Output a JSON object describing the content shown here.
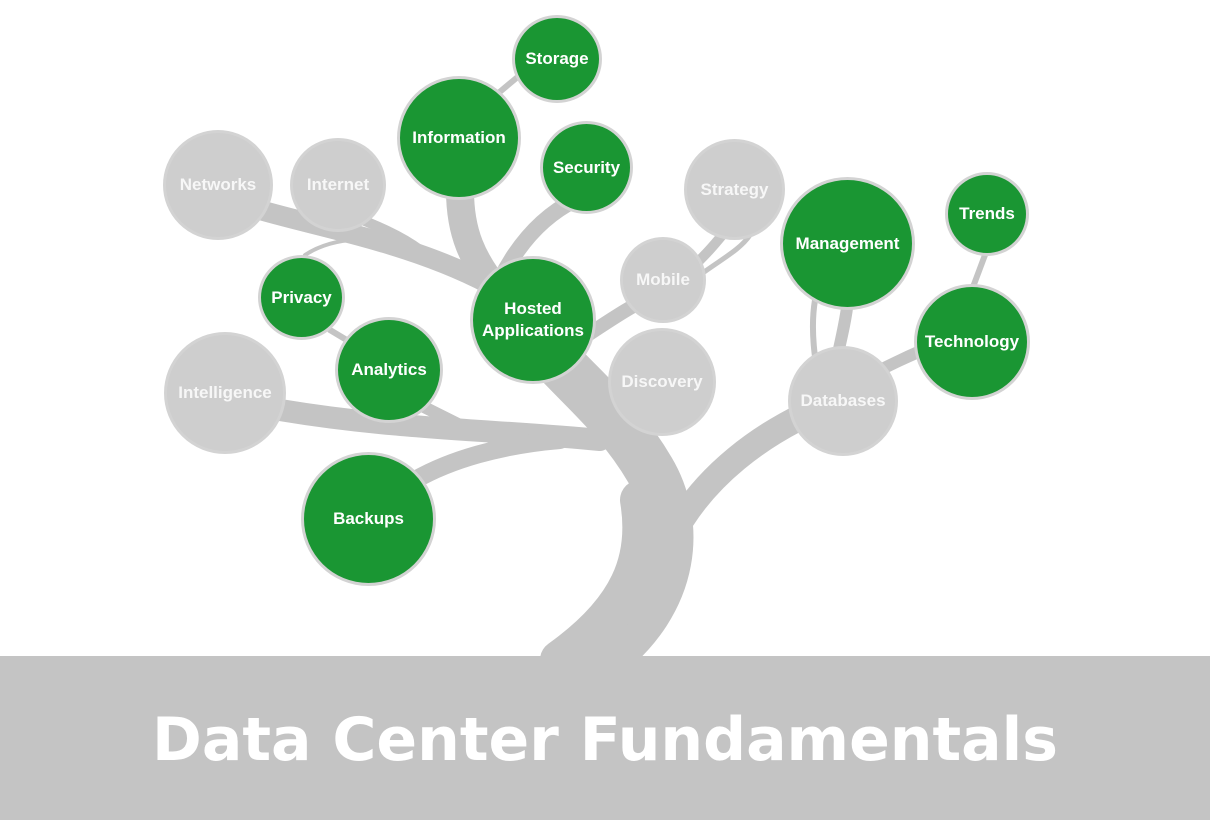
{
  "title": "Data Center Fundamentals",
  "colors": {
    "green": "#1a9633",
    "gray": "#cecece",
    "branch": "#c4c4c4",
    "band": "#c4c4c4"
  },
  "nodes": {
    "storage": "Storage",
    "information": "Information",
    "security": "Security",
    "networks": "Networks",
    "internet": "Internet",
    "strategy": "Strategy",
    "trends": "Trends",
    "management": "Management",
    "mobile": "Mobile",
    "privacy": "Privacy",
    "hosted_line1": "Hosted",
    "hosted_line2": "Applications",
    "technology": "Technology",
    "analytics": "Analytics",
    "intelligence": "Intelligence",
    "discovery": "Discovery",
    "databases": "Databases",
    "backups": "Backups"
  }
}
